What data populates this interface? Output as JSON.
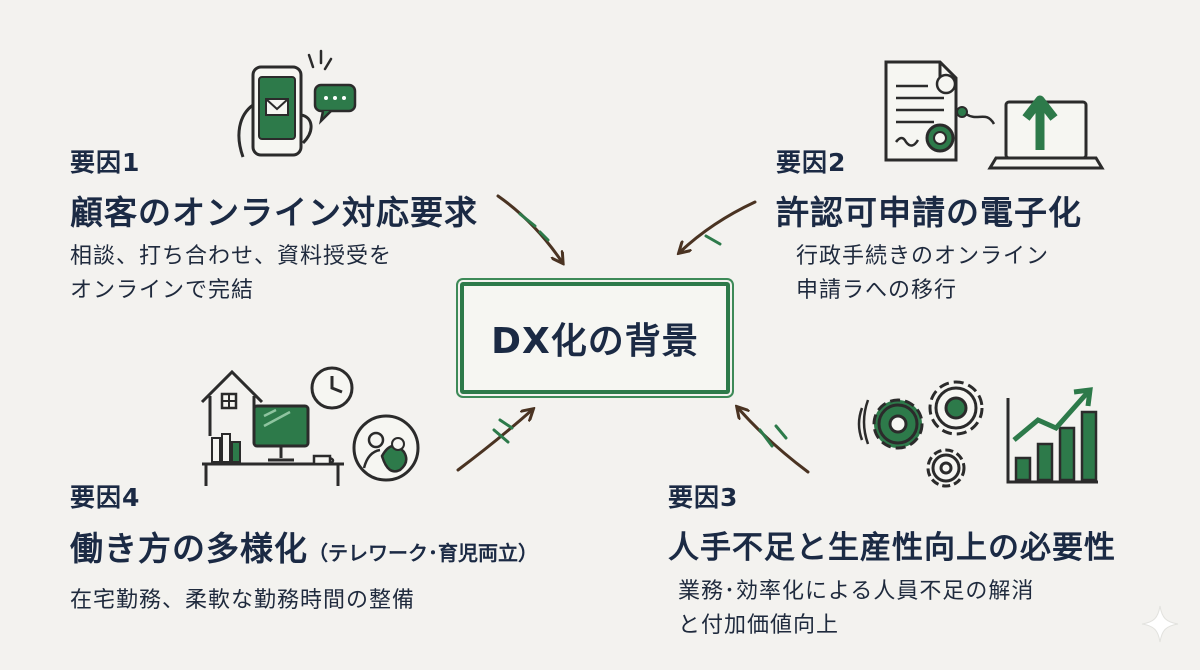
{
  "center": {
    "title": "DX化の背景"
  },
  "factors": [
    {
      "label": "要因1",
      "title": "顧客のオンライン対応要求",
      "subtitle": "",
      "desc": [
        "相談、打ち合わせ、資料授受を",
        "オンラインで完結"
      ]
    },
    {
      "label": "要因2",
      "title": "許認可申請の電子化",
      "subtitle": "",
      "desc": [
        "行政手続きのオンライン",
        "申請ラへの移行"
      ]
    },
    {
      "label": "要因3",
      "title": "人手不足と生産性向上の必要性",
      "subtitle": "",
      "desc": [
        "業務･効率化による人員不足の解消",
        "と付加価値向上"
      ]
    },
    {
      "label": "要因4",
      "title": "働き方の多様化",
      "subtitle": "（テレワーク･育児両立）",
      "desc": [
        "在宅勤務、柔軟な勤務時間の整備"
      ]
    }
  ],
  "icons": {
    "factor1": "smartphone-mail-icon",
    "factor2": "document-upload-icon",
    "factor3": "gears-chart-icon",
    "factor4": "home-office-icon"
  },
  "colors": {
    "accent": "#2d7a4a",
    "text": "#1b2a44",
    "arrow": "#4a3322",
    "background": "#f3f2ef"
  }
}
